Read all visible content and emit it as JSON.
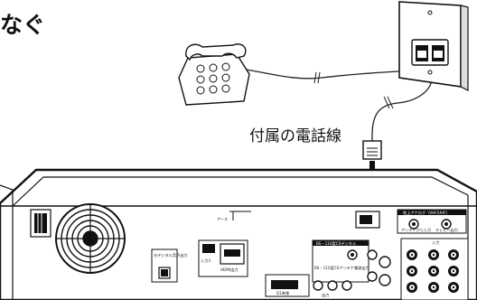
{
  "heading": "なぐ",
  "cable_label": "付属の電話線",
  "panel_labels": {
    "bs_cs_digital": "BS・110度CSデジタル",
    "bs_cs_out": "BS・110度CSアンテナ電源出力",
    "terrestrial_in": "地上アナログ（VHF/UHF）",
    "antenna_in": "アンテナから入力",
    "tv_out": "テレビへ出力",
    "input3": "入力3",
    "hdmi_out": "HDMI出力",
    "digital_audio_out": "光デジタル音声出力",
    "d_terminal": "D1映像",
    "av_out": "出力",
    "video_in": "入力",
    "ground": "アース"
  },
  "icons": [
    "telephone-icon",
    "wall-jack-icon",
    "modular-plug-icon",
    "recorder-back-panel-icon",
    "cooling-fan-icon",
    "arrow-down-icon"
  ]
}
